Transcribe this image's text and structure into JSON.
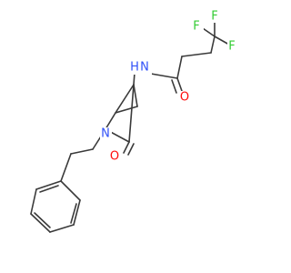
{
  "molecule": {
    "atoms": [
      {
        "id": "F1",
        "label": "F",
        "color": "#33cc33"
      },
      {
        "id": "F2",
        "label": "F",
        "color": "#33cc33"
      },
      {
        "id": "F3",
        "label": "F",
        "color": "#33cc33"
      },
      {
        "id": "O_amide",
        "label": "O",
        "color": "#ff0d0d"
      },
      {
        "id": "N_amide",
        "label": "N",
        "color": "#3050f8"
      },
      {
        "id": "H_amide",
        "label": "H",
        "color": "#3050f8"
      },
      {
        "id": "N_ring",
        "label": "N",
        "color": "#3050f8"
      },
      {
        "id": "O_ring",
        "label": "O",
        "color": "#ff0d0d"
      }
    ],
    "bond_color": "#3a3a3a",
    "background": "#ffffff"
  }
}
